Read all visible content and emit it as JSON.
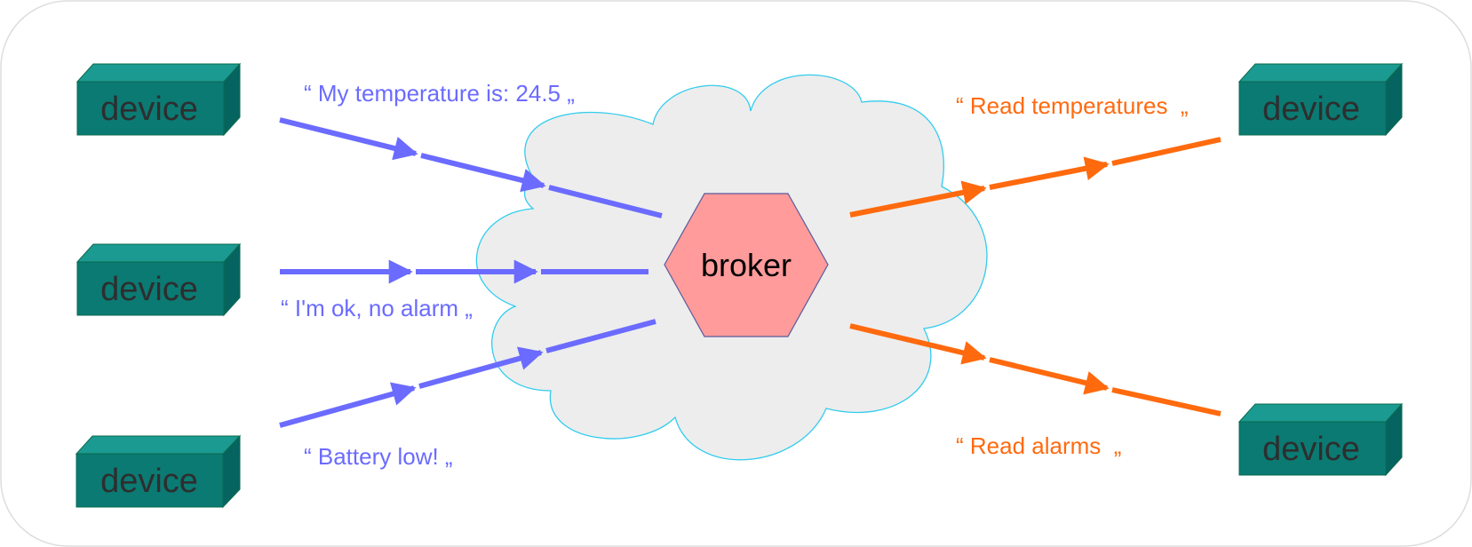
{
  "colors": {
    "publish": "#6b6bff",
    "subscribe": "#ff6a0f",
    "device_front": "#0a7a73",
    "device_top": "#1a9a90",
    "device_side": "#066460",
    "broker_fill": "#ff9b9b",
    "cloud_fill": "#ededed",
    "cloud_stroke": "#33ccee"
  },
  "broker": {
    "label": "broker"
  },
  "devices": {
    "left": [
      "device",
      "device",
      "device"
    ],
    "right": [
      "device",
      "device"
    ]
  },
  "messages": {
    "publish": [
      "“ My temperature is: 24.5 „",
      "“ I'm ok, no alarm „",
      "“ Battery low! „"
    ],
    "subscribe": [
      "“ Read temperatures  „",
      "“ Read alarms  „"
    ]
  }
}
